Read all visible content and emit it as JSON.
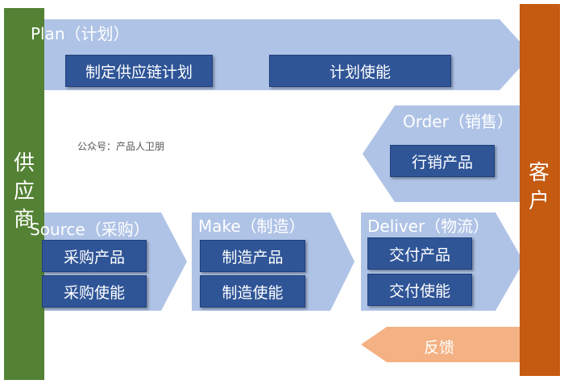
{
  "plan": {
    "title": "Plan（计划）",
    "items": [
      "制定供应链计划",
      "计划使能"
    ]
  },
  "order": {
    "title": "Order（销售）",
    "items": [
      "行销产品"
    ]
  },
  "source": {
    "title": "Source（采购）",
    "items": [
      "采购产品",
      "采购使能"
    ]
  },
  "make": {
    "title": "Make（制造）",
    "items": [
      "制造产品",
      "制造使能"
    ]
  },
  "deliver": {
    "title": "Deliver（物流）",
    "items": [
      "交付产品",
      "交付使能"
    ]
  },
  "supplier": {
    "label": "供应商"
  },
  "customer": {
    "label": "客户"
  },
  "feedback": {
    "label": "反馈"
  },
  "watermark": "公众号：产品人卫朋",
  "colors": {
    "arrow_fill": "#afc3e6",
    "box_fill": "#2f5597",
    "supplier_bar": "#548235",
    "customer_bar": "#c55a11",
    "feedback_arrow": "#f4b183"
  }
}
